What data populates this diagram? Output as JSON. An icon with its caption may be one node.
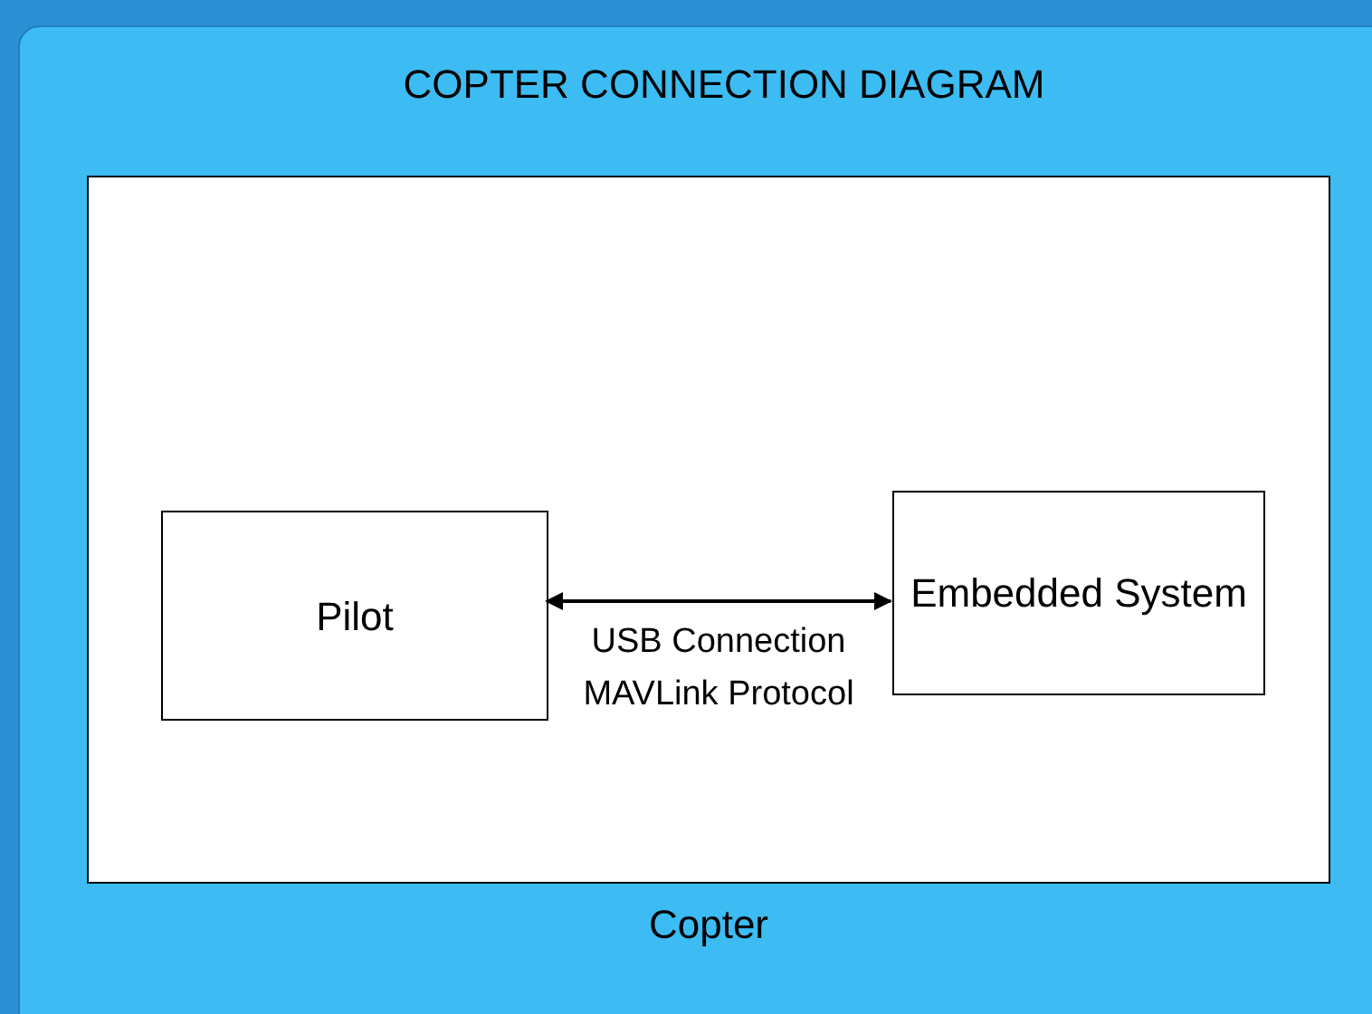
{
  "diagram": {
    "title": "COPTER CONNECTION DIAGRAM",
    "nodes": [
      {
        "text": [],
        "shape": "box",
        "beside": [
          "Copter"
        ]
      },
      {
        "text": [
          "Pilot"
        ],
        "in": 0
      },
      {
        "text": [
          "Embedded System"
        ],
        "in": 0
      }
    ],
    "edges": [
      {
        "from": 1,
        "to": 2,
        "arrow": "both",
        "label": "USB Connection MAVLink Protocol"
      }
    ]
  }
}
